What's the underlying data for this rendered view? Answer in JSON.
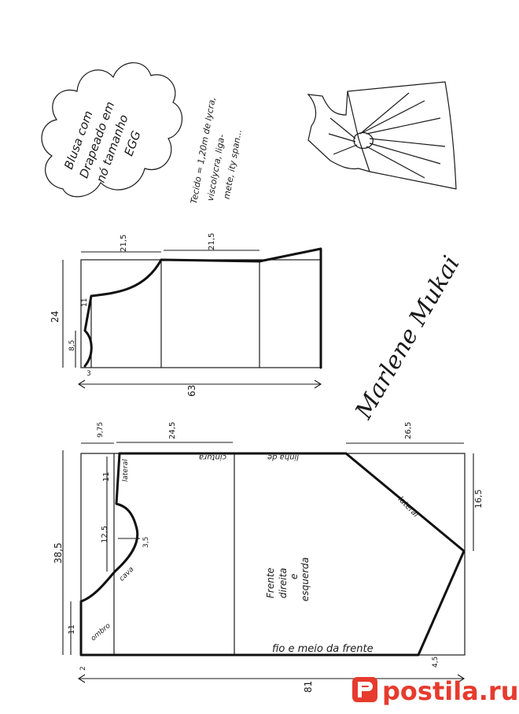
{
  "title_cloud": {
    "line1": "Blusa com",
    "line2": "Drapeado em",
    "line3": "nó tamanho",
    "line4": "EGG"
  },
  "fabric_note": {
    "line1": "Tecido = 1,20m de lycra,",
    "line2": "viscolycra, liga-",
    "line3": "mete, ity span..."
  },
  "back_pattern": {
    "dim_top_left": "21,5",
    "dim_top_right": "21,5",
    "dim_height": "24",
    "dim_neck": "8,5",
    "dim_shoulder": "11",
    "dim_bottom_small": "3",
    "dim_width": "63"
  },
  "front_pattern": {
    "dim_top_a": "9,75",
    "dim_top_b": "24,5",
    "dim_top_c": "26,5",
    "dim_height": "38,5",
    "dim_shoulder_bottom": "11",
    "dim_lateral_upper": "11",
    "dim_armhole": "12,5",
    "dim_armhole_depth": "3,5",
    "dim_right_side": "16,5",
    "dim_bottom_left": "2",
    "dim_bottom_right": "4,5",
    "dim_width": "81",
    "label_cintura": "cintura",
    "label_linha_de": "linha de",
    "label_lateral_upper": "lateral",
    "label_lateral_right": "lateral",
    "label_cava": "cava",
    "label_ombro": "ombro",
    "label_frente_1": "Frente",
    "label_frente_2": "direita",
    "label_frente_3": "e",
    "label_frente_4": "esquerda",
    "label_fio": "fio e meio da frente"
  },
  "signature": "Marlene Mukai",
  "watermark": "postila.ru",
  "colors": {
    "ink": "#1a1a1a",
    "logo": "#e63b2e",
    "background": "#ffffff"
  }
}
